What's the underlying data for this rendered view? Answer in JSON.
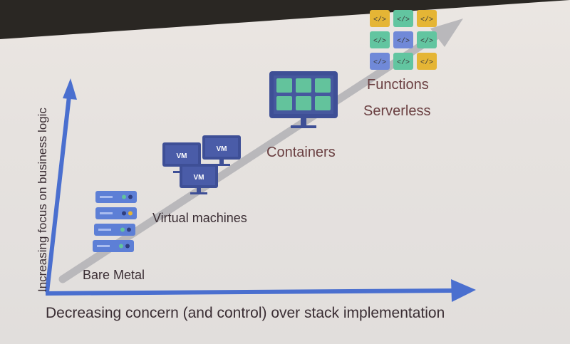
{
  "slide": {
    "y_axis_label": "Increasing focus on business logic",
    "x_axis_label": "Decreasing concern (and control) over stack implementation"
  },
  "stages": {
    "bare_metal": "Bare Metal",
    "virtual_machines": "Virtual machines",
    "containers": "Containers",
    "functions": "Functions",
    "serverless": "Serverless"
  },
  "icons": {
    "vm_tag": "VM",
    "code_tag": "</>"
  },
  "colors": {
    "axis_blue": "#4a6fcf",
    "trend_gray": "#b9b8bb",
    "icon_navy": "#3e4f96",
    "server_blue": "#5d7fd6",
    "container_green": "#63c39c",
    "code_yellow": "#e5b535",
    "code_green": "#62c5a0",
    "code_blue": "#7089d8",
    "label_maroon": "#6a3f41"
  }
}
